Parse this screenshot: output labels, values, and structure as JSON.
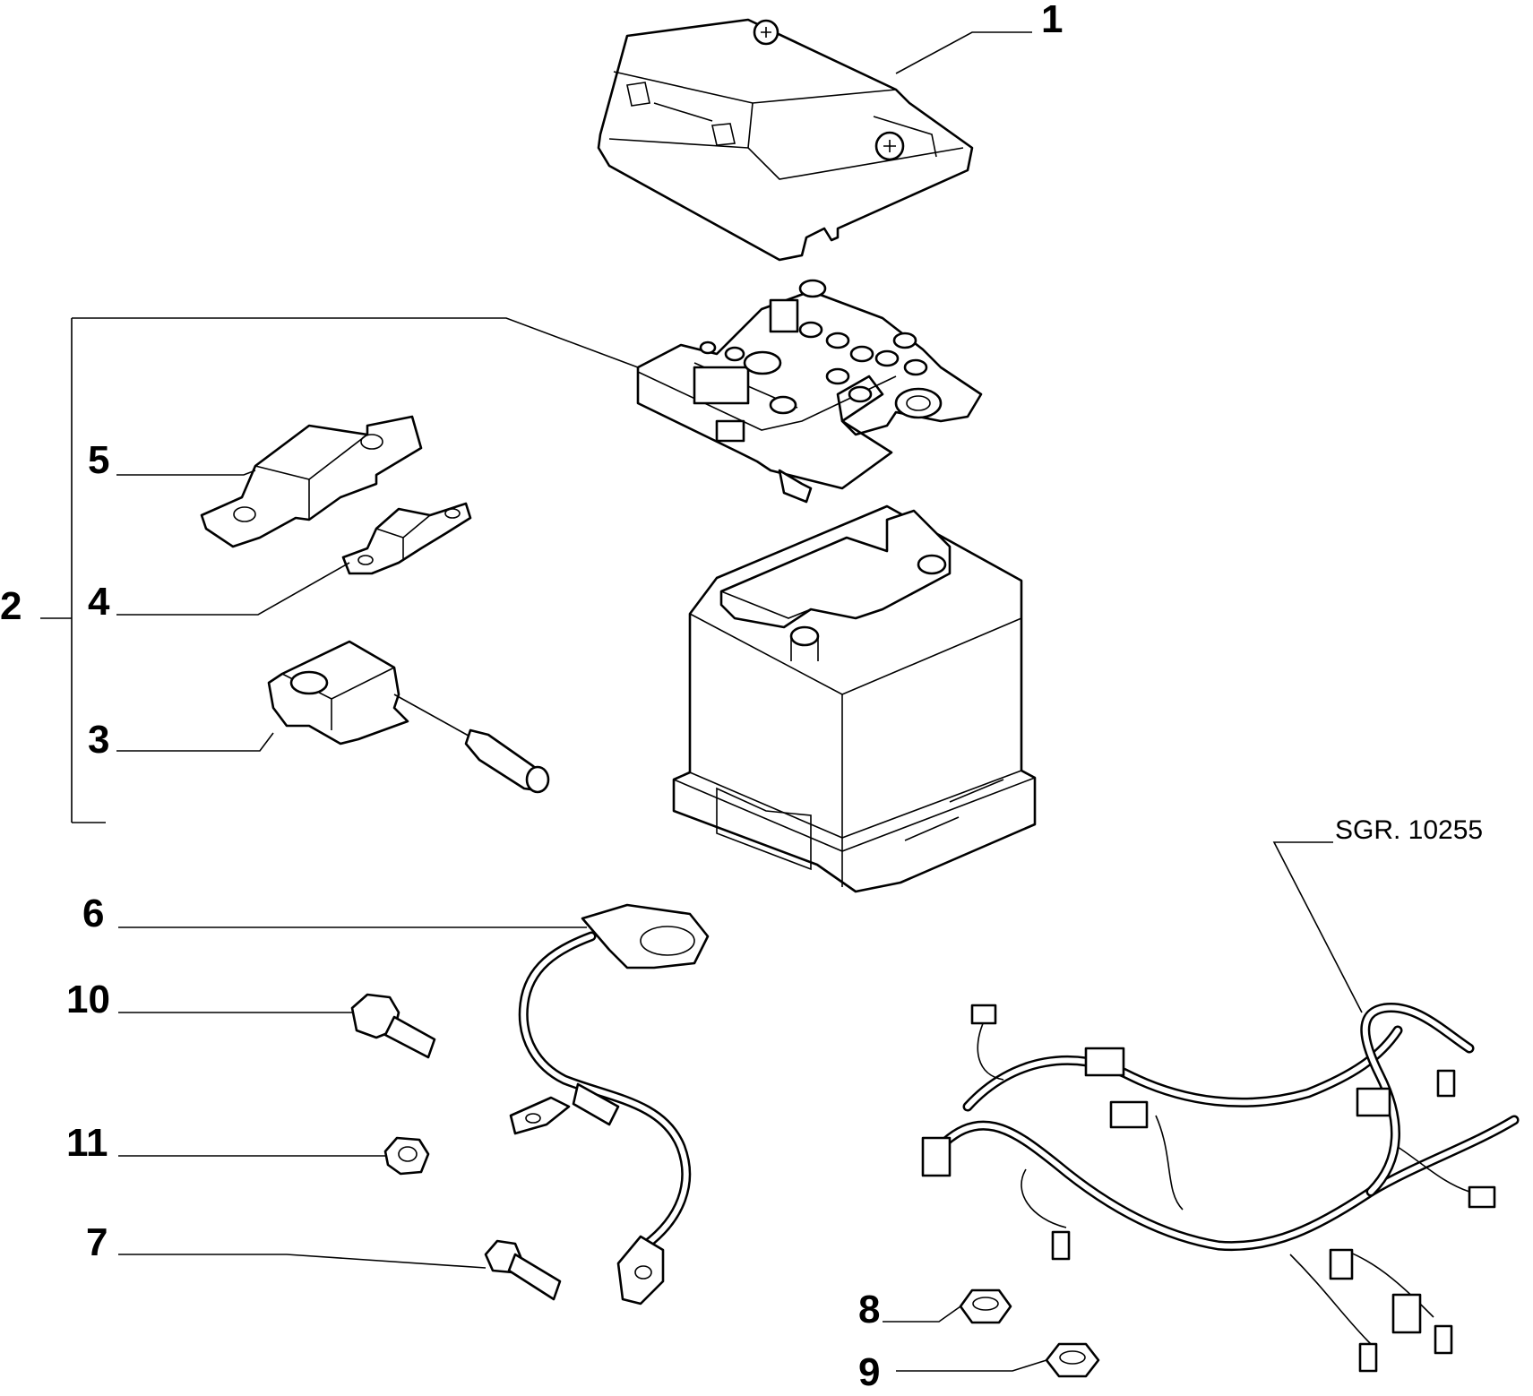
{
  "diagram": {
    "callouts": [
      {
        "id": "c1",
        "label": "1"
      },
      {
        "id": "c2",
        "label": "2"
      },
      {
        "id": "c3",
        "label": "3"
      },
      {
        "id": "c4",
        "label": "4"
      },
      {
        "id": "c5",
        "label": "5"
      },
      {
        "id": "c6",
        "label": "6"
      },
      {
        "id": "c7",
        "label": "7"
      },
      {
        "id": "c8",
        "label": "8"
      },
      {
        "id": "c9",
        "label": "9"
      },
      {
        "id": "c10",
        "label": "10"
      },
      {
        "id": "c11",
        "label": "11"
      }
    ],
    "reference": "SGR. 10255",
    "terminal_symbol": "+"
  }
}
